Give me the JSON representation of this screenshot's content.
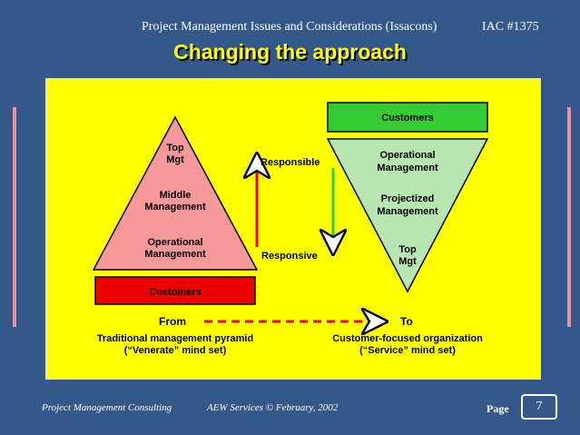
{
  "header": {
    "title": "Project Management Issues and Considerations (Issacons)",
    "code": "IAC #1375"
  },
  "slide_title": "Changing the approach",
  "diagram": {
    "left_pyramid": {
      "top": [
        "Top",
        "Mgt"
      ],
      "middle": [
        "Middle",
        "Management"
      ],
      "operational": [
        "Operational",
        "Management"
      ],
      "base_box": "Customers"
    },
    "right_pyramid": {
      "top_box": "Customers",
      "operational": [
        "Operational",
        "Management"
      ],
      "projectized": [
        "Projectized",
        "Management"
      ],
      "tip": [
        "Top",
        "Mgt"
      ]
    },
    "arrows": {
      "up_label": "Responsible",
      "down_label": "Responsive"
    },
    "from_label": "From",
    "to_label": "To",
    "from_caption": [
      "Traditional management pyramid",
      "(“Venerate” mind set)"
    ],
    "to_caption": [
      "Customer-focused organization",
      "(“Service” mind set)"
    ]
  },
  "footer": {
    "left": "Project Management Consulting",
    "middle": "AEW Services © February, 2002",
    "page_label": "Page",
    "page_number": "7"
  },
  "colors": {
    "background": "#34588a",
    "panel": "#ffff00",
    "pyramid_fill": "#f6989a",
    "inverted_fill": "#b7e6b2",
    "customers_red": "#ee0000",
    "customers_green": "#33cc33",
    "arrow_red": "#ee0000",
    "arrow_green": "#33cc33"
  }
}
